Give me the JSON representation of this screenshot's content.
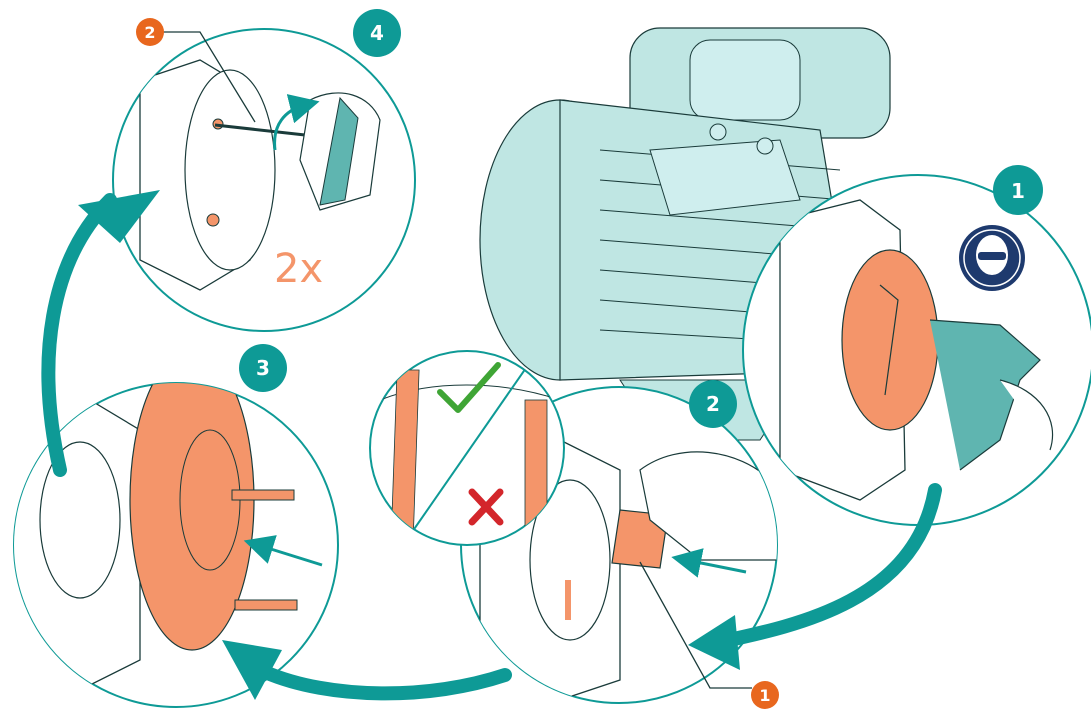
{
  "colors": {
    "teal": "#0e9a96",
    "teal_light": "#cfeeee",
    "motor": "#bfe6e3",
    "orange": "#f4956a",
    "orange_callout": "#e8671e",
    "line": "#1a3b3a",
    "check": "#3fa535",
    "cross": "#d3262b",
    "ppe_blue": "#1e3a6e"
  },
  "steps": {
    "step1": "1",
    "step2": "2",
    "step3": "3",
    "step4": "4"
  },
  "callouts": {
    "part_top": "2",
    "part_bottom": "1"
  },
  "repeat_text": "2x",
  "icons": [
    "eye-protection-icon",
    "check-icon",
    "cross-icon",
    "flow-arrow",
    "direction-arrow"
  ]
}
